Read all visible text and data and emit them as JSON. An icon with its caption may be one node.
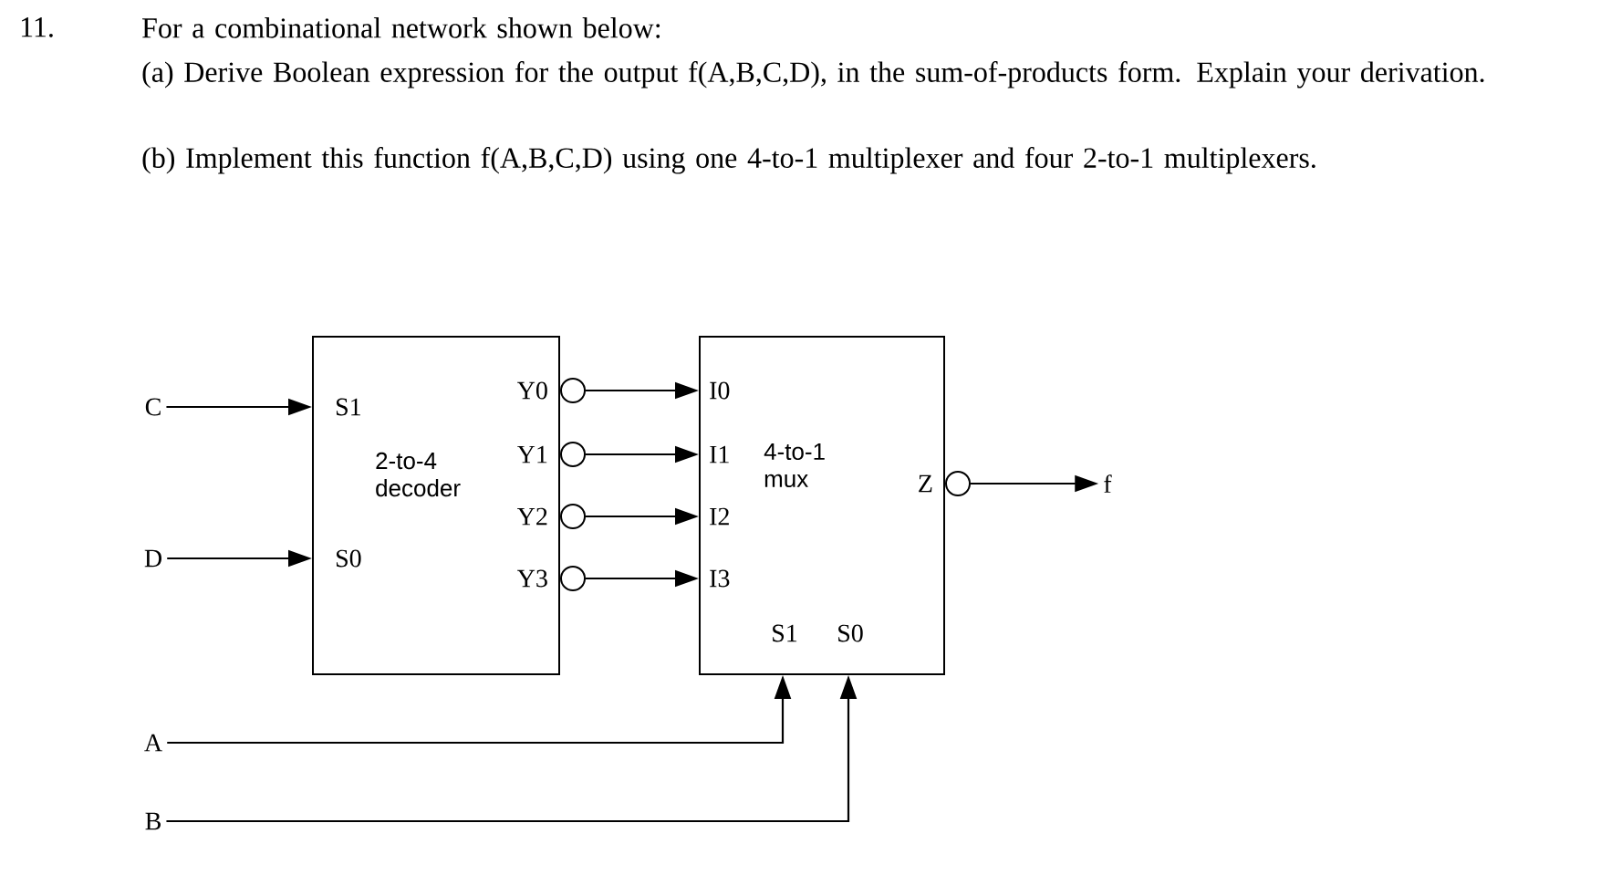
{
  "diagram": {
    "nodes": [
      {
        "text": [
          "C"
        ]
      },
      {
        "text": [
          "D"
        ]
      },
      {
        "text": [
          "A"
        ]
      },
      {
        "text": [
          "B"
        ]
      },
      {
        "text": [
          "S1",
          "2-to-4 decoder",
          "S0",
          "Y0",
          "Y1",
          "Y2",
          "Y3"
        ]
      },
      {
        "text": [
          "I0",
          "I1",
          "I2",
          "I3",
          "4-to-1 mux",
          "Z",
          "S1",
          "S0"
        ]
      },
      {
        "text": [
          "f"
        ]
      }
    ],
    "edges": [
      {
        "from": 0,
        "to": 4,
        "arrow": "to"
      },
      {
        "from": 1,
        "to": 4,
        "arrow": "to"
      },
      {
        "from": 4,
        "to": 5,
        "arrow": "to"
      },
      {
        "from": 4,
        "to": 5,
        "arrow": "to"
      },
      {
        "from": 4,
        "to": 5,
        "arrow": "to"
      },
      {
        "from": 4,
        "to": 5,
        "arrow": "to"
      },
      {
        "from": 5,
        "to": 6,
        "arrow": "to"
      },
      {
        "from": 2,
        "to": 5,
        "arrow": "to"
      },
      {
        "from": 3,
        "to": 5,
        "arrow": "to"
      }
    ],
    "labels": [
      "11.",
      "For a combinational network shown below:",
      "(a) Derive Boolean expression for the output f(A,B,C,D), in the sum-of-products form.  Explain your derivation.",
      "(b) Implement this function f(A,B,C,D) using one 4-to-1 multiplexer and four 2-to-1 multiplexers."
    ]
  }
}
